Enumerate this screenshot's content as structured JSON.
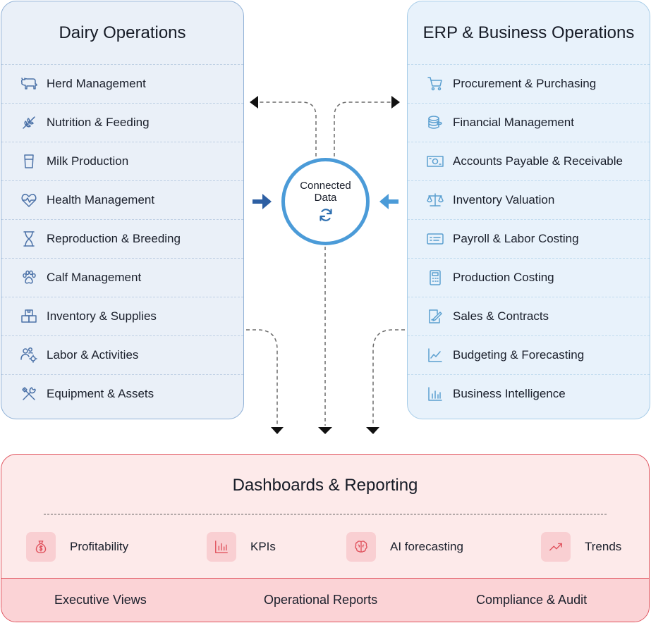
{
  "dairy": {
    "title": "Dairy Operations",
    "items": [
      {
        "label": "Herd Management",
        "icon": "cow-icon"
      },
      {
        "label": "Nutrition & Feeding",
        "icon": "wheat-icon"
      },
      {
        "label": "Milk Production",
        "icon": "milk-glass-icon"
      },
      {
        "label": "Health Management",
        "icon": "heartbeat-icon"
      },
      {
        "label": "Reproduction & Breeding",
        "icon": "hourglass-icon"
      },
      {
        "label": "Calf Management",
        "icon": "paw-icon"
      },
      {
        "label": "Inventory & Supplies",
        "icon": "boxes-icon"
      },
      {
        "label": "Labor & Activities",
        "icon": "people-gear-icon"
      },
      {
        "label": "Equipment & Assets",
        "icon": "tools-icon"
      }
    ]
  },
  "erp": {
    "title": "ERP & Business Operations",
    "items": [
      {
        "label": "Procurement & Purchasing",
        "icon": "cart-icon"
      },
      {
        "label": "Financial Management",
        "icon": "coins-icon"
      },
      {
        "label": "Accounts Payable & Receivable",
        "icon": "banknote-icon"
      },
      {
        "label": "Inventory Valuation",
        "icon": "scale-icon"
      },
      {
        "label": "Payroll & Labor Costing",
        "icon": "payroll-card-icon"
      },
      {
        "label": "Production Costing",
        "icon": "calculator-icon"
      },
      {
        "label": "Sales & Contracts",
        "icon": "contract-icon"
      },
      {
        "label": "Budgeting & Forecasting",
        "icon": "line-trend-icon"
      },
      {
        "label": "Business Intelligence",
        "icon": "bar-chart-icon"
      }
    ]
  },
  "hub": {
    "label": "Connected Data",
    "icon": "sync-icon"
  },
  "reporting": {
    "title": "Dashboards & Reporting",
    "metrics": [
      {
        "label": "Profitability",
        "icon": "money-bag-icon"
      },
      {
        "label": "KPIs",
        "icon": "kpi-chart-icon"
      },
      {
        "label": "AI forecasting",
        "icon": "brain-icon"
      },
      {
        "label": "Trends",
        "icon": "trend-up-icon"
      }
    ],
    "views": [
      "Executive Views",
      "Operational Reports",
      "Compliance & Audit"
    ]
  },
  "colors": {
    "dairy_accent": "#4c72a8",
    "erp_accent": "#5a9fd0",
    "hub_ring": "#4b9bd8",
    "reporting_accent": "#e0525d",
    "reporting_bg": "#fdeaea"
  }
}
